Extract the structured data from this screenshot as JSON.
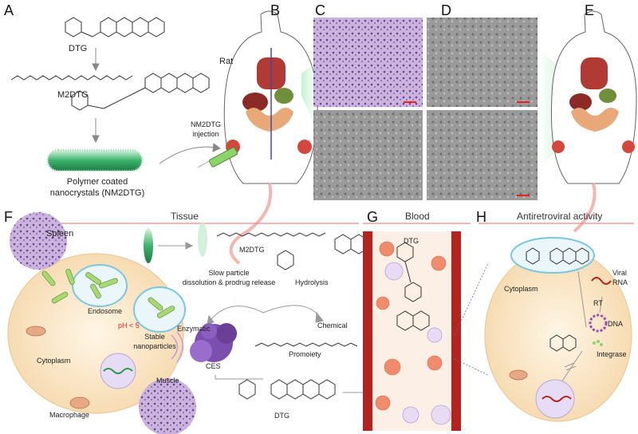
{
  "panels": {
    "a": "A",
    "b": "B",
    "c": "C",
    "d": "D",
    "e": "E",
    "f": "F",
    "g": "G",
    "h": "H"
  },
  "section_titles": {
    "tissue": "Tissue",
    "blood": "Blood",
    "antiretroviral": "Antiretroviral activity"
  },
  "panel_a": {
    "dtg_label": "DTG",
    "m2dtg_label": "M2DTG",
    "nanocrystal_label_line1": "Polymer coated",
    "nanocrystal_label_line2": "nanocrystals (NM2DTG)",
    "injection_line1": "NM2DTG",
    "injection_line2": "injection"
  },
  "panel_b": {
    "rat_label": "Rat"
  },
  "panel_f": {
    "spleen": "Spleen",
    "endosome": "Endosome",
    "ph": "pH < 5",
    "stable_line1": "Stable",
    "stable_line2": "nanoparticles",
    "cytoplasm": "Cytoplasm",
    "macrophage": "Macrophage",
    "muscle": "Muscle",
    "slow_line1": "Slow particle",
    "slow_line2": "dissolution & prodrug release",
    "m2dtg": "M2DTG",
    "hydrolysis": "Hydrolysis",
    "enzymatic": "Enzymatic",
    "chemical": "Chemical",
    "promoiety": "Promoiety",
    "ces": "CES",
    "dtg": "DTG"
  },
  "panel_g": {
    "dtg": "DTG"
  },
  "panel_h": {
    "cytoplasm": "Cytoplasm",
    "viral_line1": "Viral",
    "viral_line2": "RNA",
    "rt": "RT",
    "dna": "DNA",
    "integrase": "Integrase"
  },
  "colors": {
    "accent_red": "#e0261b",
    "blood_vessel": "#b5231f",
    "cell_fill": "#fbe7c8",
    "nanocrystal_green": "#3bb36c",
    "header_line": "#e58c8c",
    "enzyme_purple": "#7b4fb0"
  }
}
